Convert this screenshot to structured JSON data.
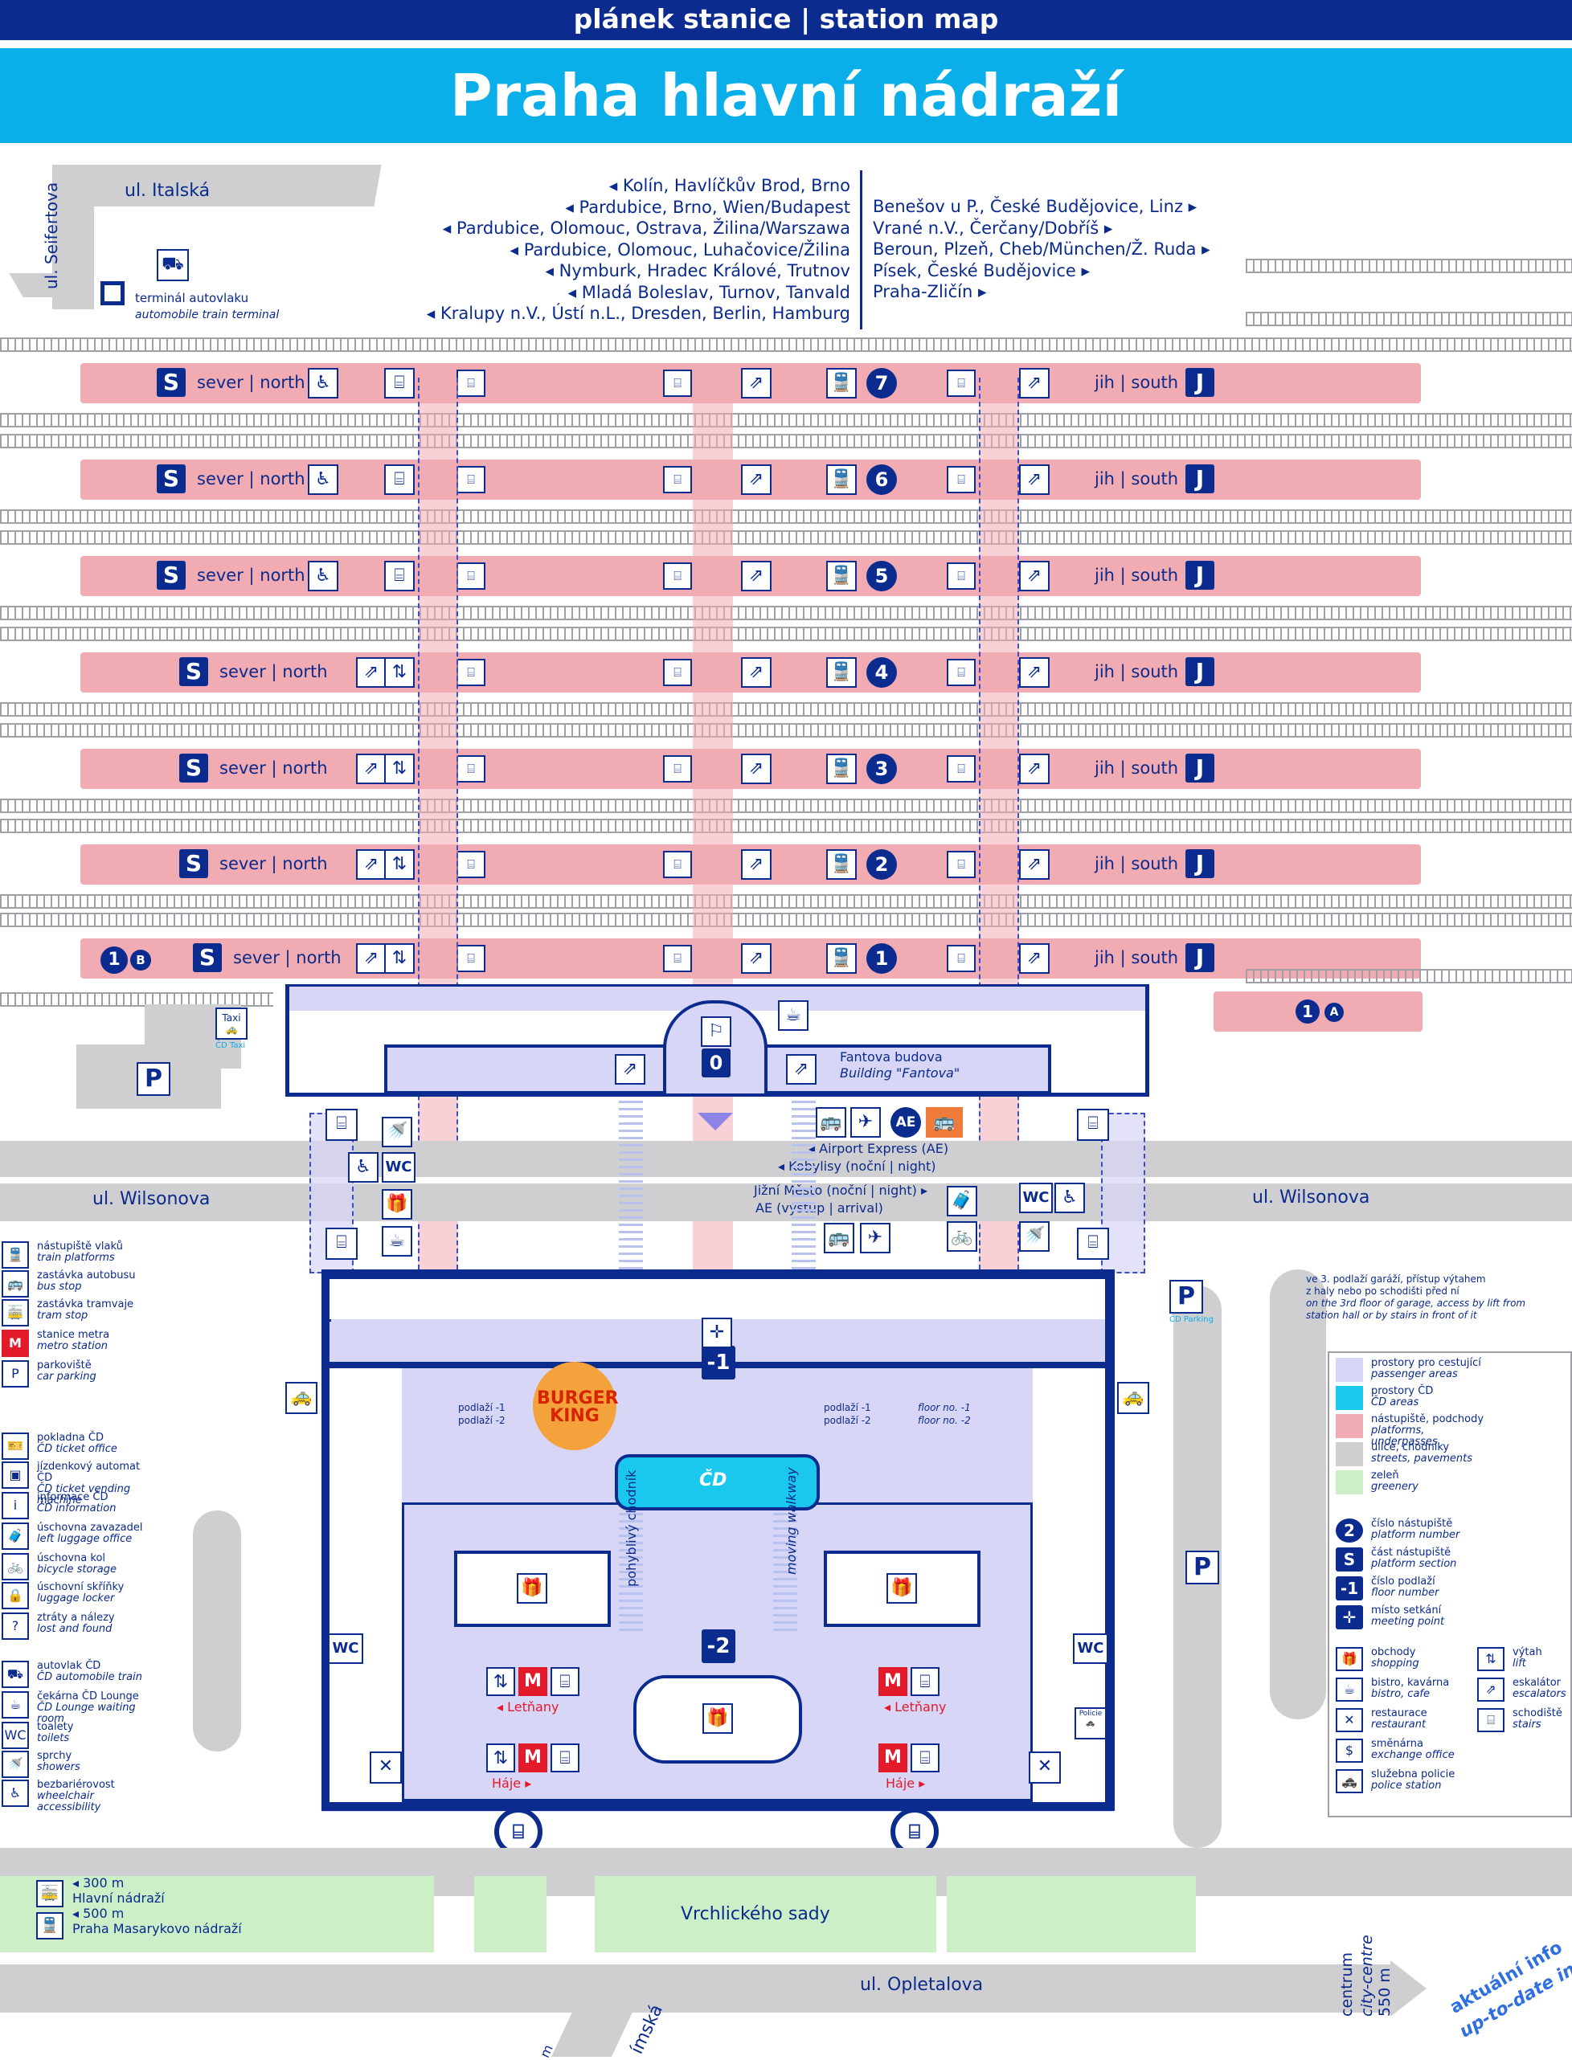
{
  "header": {
    "subtitle": "plánek stanice | station map",
    "title": "Praha hlavní nádraží"
  },
  "streets": {
    "italska": "ul. Italská",
    "seifertova": "ul. Seifertova",
    "wilsonova_left": "ul. Wilsonova",
    "wilsonova_right": "ul. Wilsonova",
    "opletalova": "ul. Opletalova",
    "vrchlickeho": "Vrchlického sady",
    "centrum": "centrum",
    "city_centre": "city-centre",
    "distance": "550 m",
    "bottom1": "ímská",
    "bottom2": "m"
  },
  "autovlak": {
    "cz": "terminál autovlaku",
    "en": "automobile train terminal"
  },
  "destinations_north": [
    "◂ Kolín, Havlíčkův Brod, Brno",
    "◂ Pardubice, Brno, Wien/Budapest",
    "◂ Pardubice, Olomouc, Ostrava, Žilina/Warszawa",
    "◂ Pardubice, Olomouc, Luhačovice/Žilina",
    "◂ Nymburk, Hradec Králové, Trutnov",
    "◂ Mladá Boleslav, Turnov, Tanvald",
    "◂ Kralupy n.V., Ústí n.L., Dresden, Berlin, Hamburg"
  ],
  "destinations_south": [
    "Benešov u P., České Budějovice, Linz ▸",
    "Vrané n.V., Čerčany/Dobříš ▸",
    "Beroun, Plzeň, Cheb/München/Ž. Ruda ▸",
    "Písek, České Budějovice ▸",
    "Praha-Zličín ▸"
  ],
  "platforms": [
    {
      "number": "7",
      "north": "sever | north",
      "south": "jih | south",
      "s": "S",
      "j": "J"
    },
    {
      "number": "6",
      "north": "sever | north",
      "south": "jih | south",
      "s": "S",
      "j": "J"
    },
    {
      "number": "5",
      "north": "sever | north",
      "south": "jih | south",
      "s": "S",
      "j": "J"
    },
    {
      "number": "4",
      "north": "sever | north",
      "south": "jih | south",
      "s": "S",
      "j": "J"
    },
    {
      "number": "3",
      "north": "sever | north",
      "south": "jih | south",
      "s": "S",
      "j": "J"
    },
    {
      "number": "2",
      "north": "sever | north",
      "south": "jih | south",
      "s": "S",
      "j": "J"
    },
    {
      "number": "1",
      "north": "sever | north",
      "south": "jih | south",
      "s": "S",
      "j": "J"
    }
  ],
  "platform_1b": {
    "num": "1",
    "sub": "B"
  },
  "platform_1a": {
    "num": "1",
    "sub": "A"
  },
  "fantova": {
    "cz": "Fantova budova",
    "en": "Building \"Fantova\"",
    "floor": "0"
  },
  "transport": {
    "ae_badge": "AE",
    "airport": "◂ Airport Express (AE)",
    "kobylisy": "◂ Kobylisy (noční | night)",
    "jizni": "Jižní Město (noční | night) ▸",
    "ae_arrival": "AE (výstup | arrival)"
  },
  "floors": {
    "m1": "-1",
    "m2": "-2",
    "podlazi_m1": "podlaží -1",
    "podlazi_m2": "podlaží -2",
    "floor_m1": "floor no. -1",
    "floor_m2": "floor no. -2"
  },
  "burger_king": {
    "line1": "BURGER",
    "line2": "KING"
  },
  "walkway": {
    "cz": "pohyblivý chodník",
    "en": "moving walkway",
    "cd": "ČD"
  },
  "metro": {
    "letnany": "◂ Letňany",
    "haje": "Háje ▸"
  },
  "wc": "WC",
  "policie": "Policie",
  "taxi": "Taxi",
  "cd_taxi": "ČD Taxi",
  "cd_parking": "ČD Parking",
  "parking_note": [
    "ve 3. podlaží garáží, přístup výtahem",
    "z haly nebo po schodišti před ní",
    "on the 3rd floor of garage, access by lift from",
    "station hall or by stairs in front of it"
  ],
  "legend_left": [
    {
      "icon": "train-icon",
      "cz": "nástupiště vlaků",
      "en": "train platforms"
    },
    {
      "icon": "bus-icon",
      "cz": "zastávka autobusu",
      "en": "bus stop"
    },
    {
      "icon": "tram-icon",
      "cz": "zastávka tramvaje",
      "en": "tram stop"
    },
    {
      "icon": "metro-icon",
      "cz": "stanice metra",
      "en": "metro station"
    },
    {
      "icon": "parking-icon",
      "cz": "parkoviště",
      "en": "car parking"
    },
    {
      "icon": "ticket-office-icon",
      "cz": "pokladna ČD",
      "en": "ČD ticket office"
    },
    {
      "icon": "ticket-machine-icon",
      "cz": "jízdenkový automat ČD",
      "en": "ČD ticket vending machine"
    },
    {
      "icon": "info-icon",
      "cz": "informace ČD",
      "en": "ČD information"
    },
    {
      "icon": "luggage-office-icon",
      "cz": "úschovna zavazadel",
      "en": "left luggage office"
    },
    {
      "icon": "bicycle-icon",
      "cz": "úschovna kol",
      "en": "bicycle storage"
    },
    {
      "icon": "locker-icon",
      "cz": "úschovní skříňky",
      "en": "luggage locker"
    },
    {
      "icon": "lost-found-icon",
      "cz": "ztráty a nálezy",
      "en": "lost and found"
    },
    {
      "icon": "car-train-icon",
      "cz": "autovlak ČD",
      "en": "ČD automobile train"
    },
    {
      "icon": "lounge-icon",
      "cz": "čekárna ČD Lounge",
      "en": "ČD Lounge waiting room"
    },
    {
      "icon": "wc-icon",
      "cz": "toalety",
      "en": "toilets"
    },
    {
      "icon": "shower-icon",
      "cz": "sprchy",
      "en": "showers"
    },
    {
      "icon": "wheelchair-icon",
      "cz": "bezbariérovost",
      "en": "wheelchair accessibility"
    }
  ],
  "legend_right_colors": [
    {
      "color": "#d8d6f6",
      "cz": "prostory pro cestující",
      "en": "passenger areas"
    },
    {
      "color": "#1ac8ee",
      "cz": "prostory ČD",
      "en": "ČD areas"
    },
    {
      "color": "#f1abb2",
      "cz": "nástupiště, podchody",
      "en": "platforms, underpasses"
    },
    {
      "color": "#cfcfd2",
      "cz": "ulice, chodníky",
      "en": "streets, pavements"
    },
    {
      "color": "#ccefc8",
      "cz": "zeleň",
      "en": "greenery"
    }
  ],
  "legend_right_symbols": [
    {
      "glyph": "2",
      "cz": "číslo nástupiště",
      "en": "platform number"
    },
    {
      "glyph": "S",
      "cz": "část nástupiště",
      "en": "platform section"
    },
    {
      "glyph": "-1",
      "cz": "číslo podlaží",
      "en": "floor number"
    },
    {
      "glyph": "✛",
      "cz": "místo setkání",
      "en": "meeting point"
    }
  ],
  "legend_right_services": [
    {
      "icon": "shopping-icon",
      "cz": "obchody",
      "en": "shopping"
    },
    {
      "icon": "cafe-icon",
      "cz": "bistro, kavárna",
      "en": "bistro, cafe"
    },
    {
      "icon": "restaurant-icon",
      "cz": "restaurace",
      "en": "restaurant"
    },
    {
      "icon": "exchange-icon",
      "cz": "směnárna",
      "en": "exchange office"
    },
    {
      "icon": "police-icon",
      "cz": "služebna policie",
      "en": "police station"
    }
  ],
  "legend_right_moves": [
    {
      "icon": "lift-icon",
      "cz": "výtah",
      "en": "lift"
    },
    {
      "icon": "escalator-icon",
      "cz": "eskalátor",
      "en": "escalators"
    },
    {
      "icon": "stairs-icon",
      "cz": "schodiště",
      "en": "stairs"
    }
  ],
  "nearby": [
    {
      "dist": "◂ 300 m",
      "name": "Hlavní nádraží"
    },
    {
      "dist": "◂ 500 m",
      "name": "Praha Masarykovo nádraží"
    }
  ],
  "uptodate": {
    "cz": "aktuální info",
    "en": "up-to-date info"
  }
}
